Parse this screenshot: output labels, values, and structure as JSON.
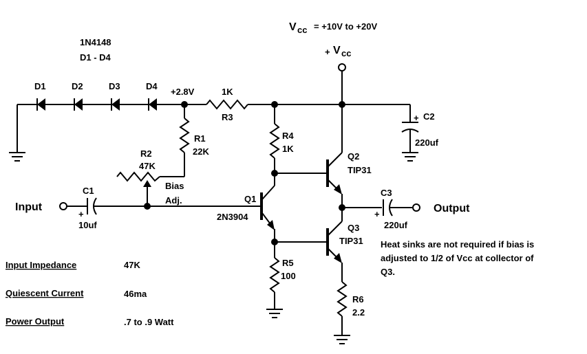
{
  "supply": {
    "vcc_label": "V",
    "vcc_sub": "cc",
    "vcc_range": "= +10V to +20V",
    "terminal_plus": "+",
    "terminal_v": "V",
    "terminal_sub": "cc"
  },
  "diodes": {
    "part": "1N4148",
    "range": "D1 - D4",
    "labels": [
      "D1",
      "D2",
      "D3",
      "D4"
    ]
  },
  "node_voltage": "+2.8V",
  "resistors": {
    "r3": {
      "value": "1K",
      "name": "R3"
    },
    "r1": {
      "name": "R1",
      "value": "22K"
    },
    "r2": {
      "name": "R2",
      "value": "47K"
    },
    "r4": {
      "name": "R4",
      "value": "1K"
    },
    "r5": {
      "name": "R5",
      "value": "100"
    },
    "r6": {
      "name": "R6",
      "value": "2.2"
    }
  },
  "bias": {
    "line1": "Bias",
    "line2": "Adj."
  },
  "capacitors": {
    "c1": {
      "name": "C1",
      "value": "10uf",
      "plus": "+"
    },
    "c2": {
      "name": "C2",
      "value": "220uf",
      "plus": "+"
    },
    "c3": {
      "name": "C3",
      "value": "220uf",
      "plus": "+"
    }
  },
  "transistors": {
    "q1": {
      "name": "Q1",
      "part": "2N3904"
    },
    "q2": {
      "name": "Q2",
      "part": "TIP31"
    },
    "q3": {
      "name": "Q3",
      "part": "TIP31"
    }
  },
  "io": {
    "input": "Input",
    "output": "Output"
  },
  "note": {
    "line1": "Heat sinks are not required if bias is",
    "line2": "adjusted to 1/2 of Vcc at collector of",
    "line3": "Q3."
  },
  "specs": [
    {
      "label": "Input Impedance",
      "value": "47K"
    },
    {
      "label": "Quiescent Current",
      "value": "46ma"
    },
    {
      "label": "Power Output",
      "value": ".7 to .9 Watt"
    }
  ]
}
